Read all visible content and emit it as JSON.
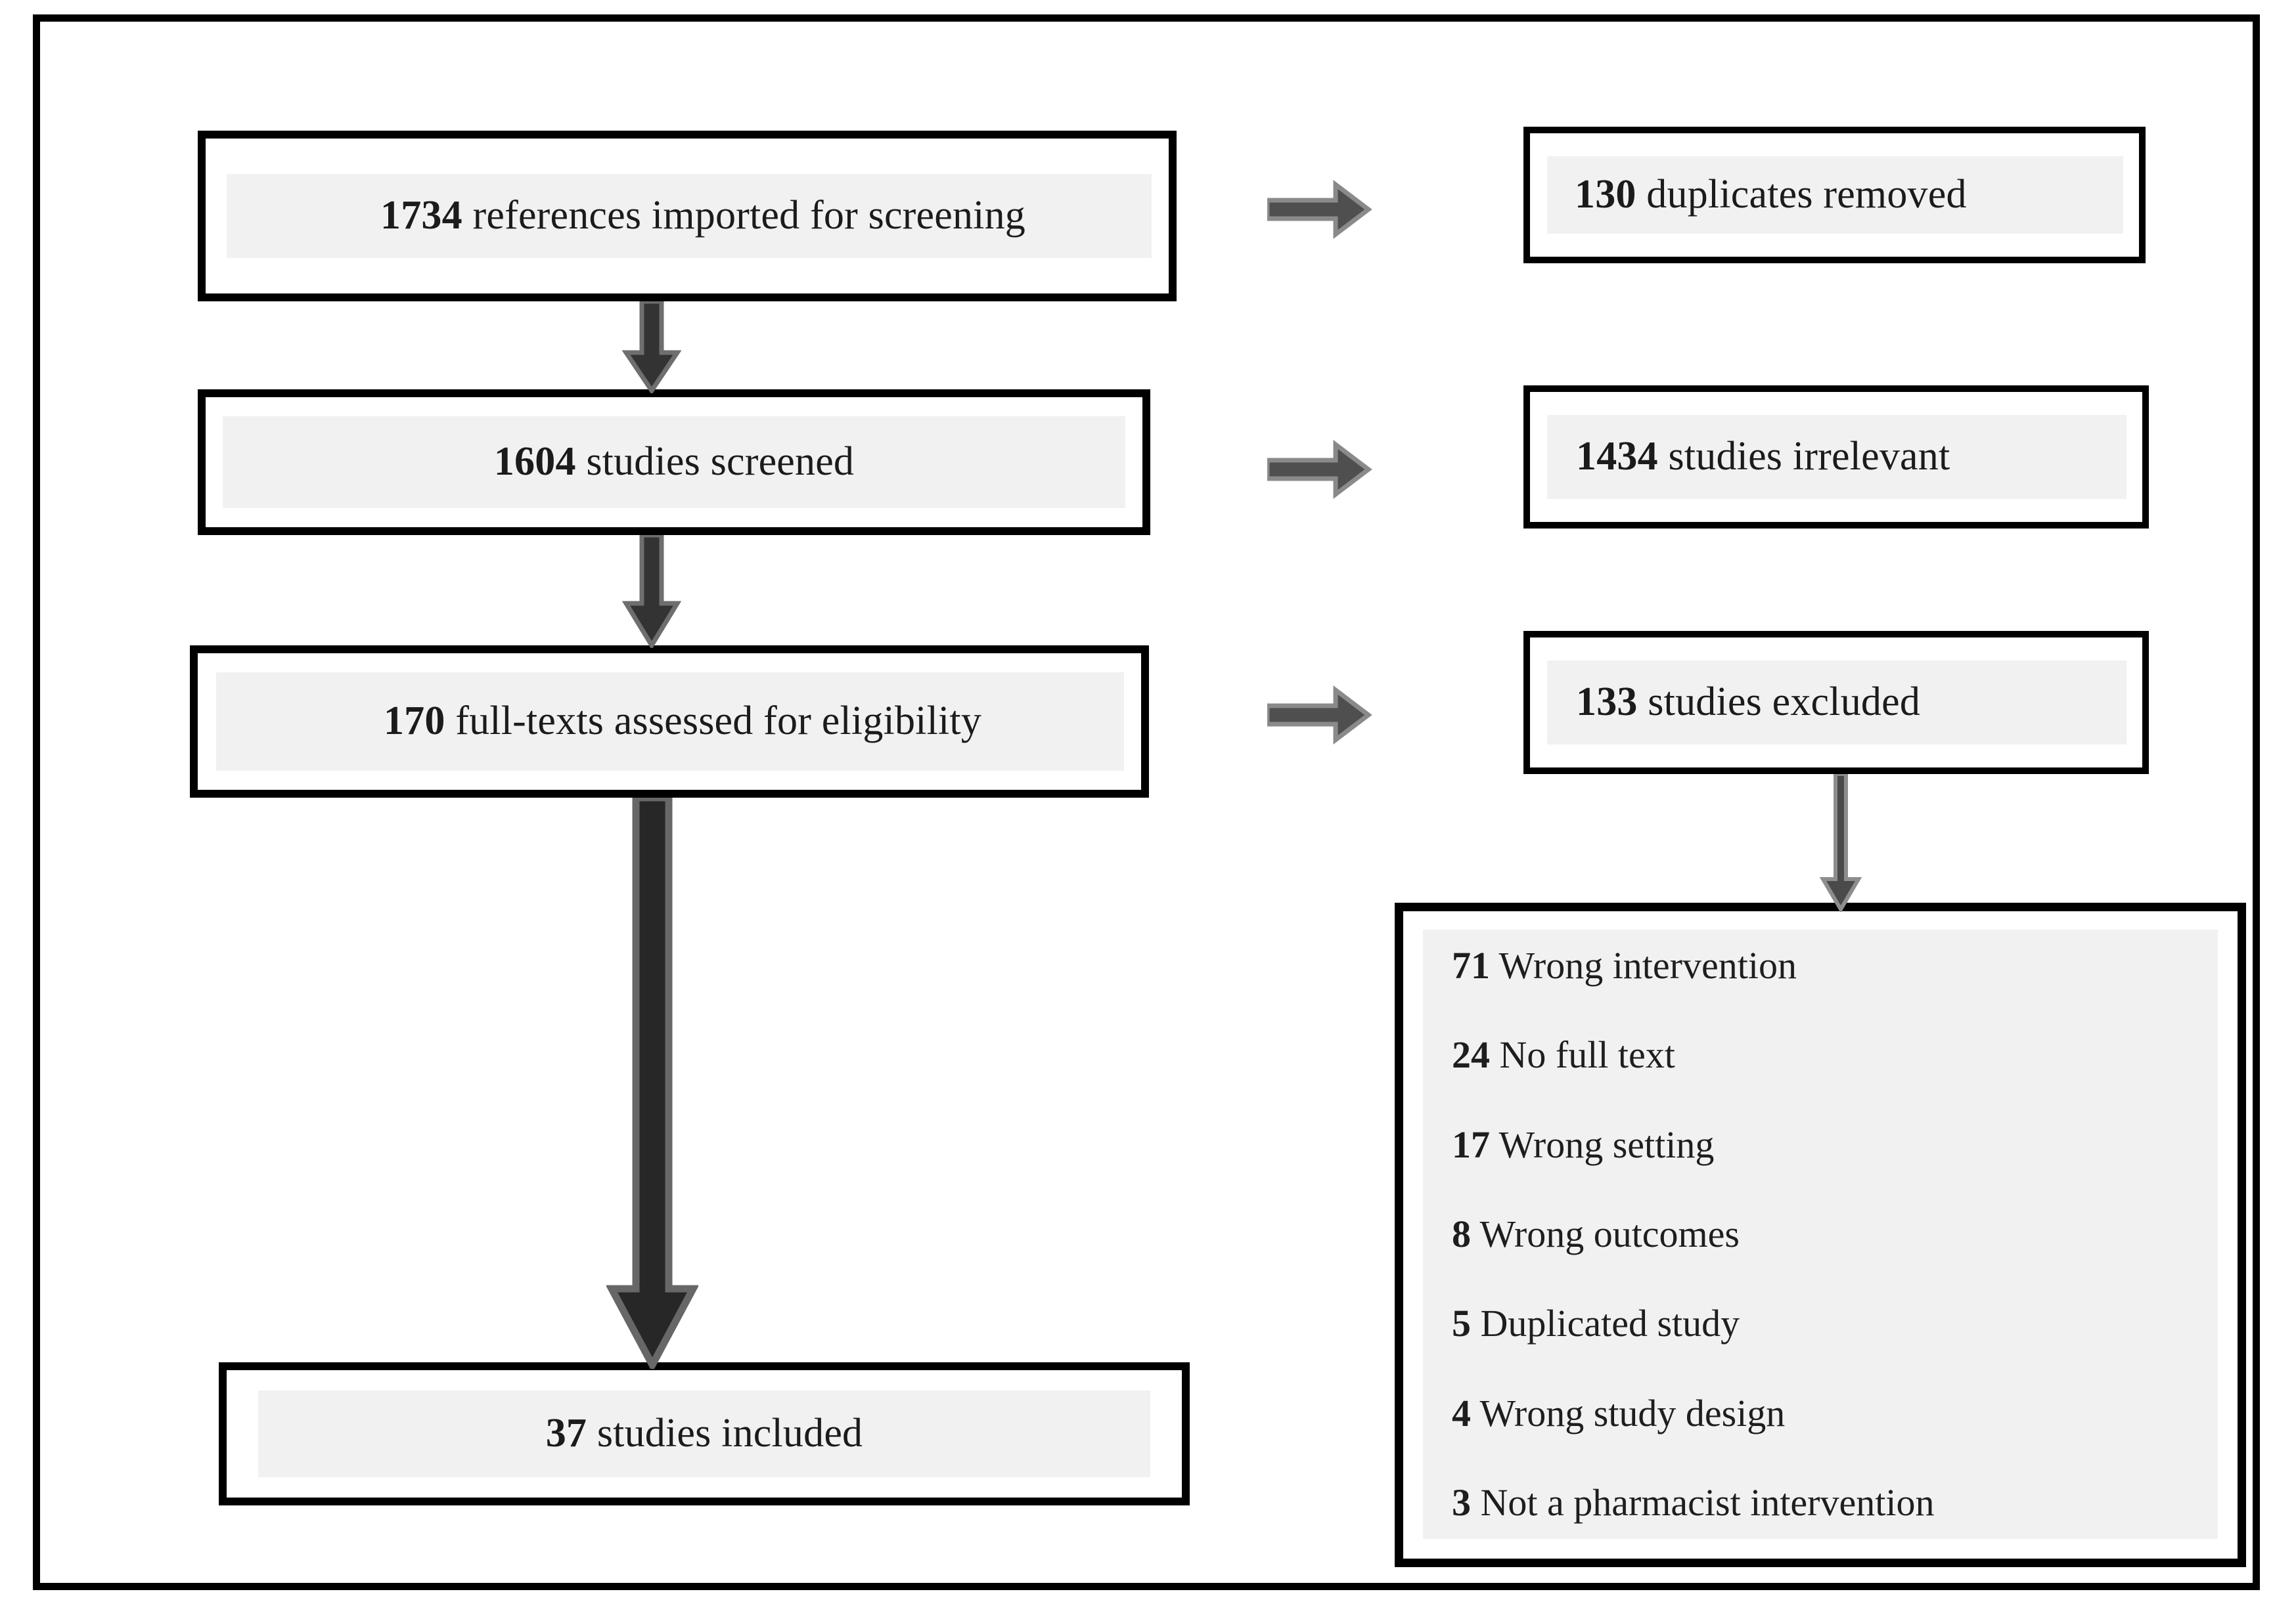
{
  "diagram": {
    "type": "prisma-flow-diagram",
    "colors": {
      "box_border": "#000000",
      "text_band": "#f1f1f1",
      "arrow_dark": "#333333",
      "arrow_grey": "#5a5a5a",
      "text": "#1b1b1b"
    },
    "identification": {
      "imported": {
        "count": "1734",
        "label": " references imported for screening"
      },
      "duplicates": {
        "count": "130",
        "label": " duplicates removed"
      }
    },
    "screening": {
      "screened": {
        "count": "1604",
        "label": " studies screened"
      },
      "irrelevant": {
        "count": "1434",
        "label": " studies irrelevant"
      }
    },
    "eligibility": {
      "fulltext": {
        "count": "170",
        "label": " full-texts assessed for eligibility"
      },
      "excluded": {
        "count": "133",
        "label": " studies excluded"
      }
    },
    "included": {
      "final": {
        "count": "37",
        "label": " studies included"
      }
    },
    "exclusion_reasons": [
      {
        "count": "71",
        "label": " Wrong intervention"
      },
      {
        "count": "24",
        "label": " No full text"
      },
      {
        "count": "17",
        "label": " Wrong setting"
      },
      {
        "count": "8",
        "label": " Wrong outcomes"
      },
      {
        "count": "5",
        "label": " Duplicated study"
      },
      {
        "count": "4",
        "label": " Wrong study design"
      },
      {
        "count": "3",
        "label": " Not a pharmacist intervention"
      }
    ],
    "arrows": {
      "imported_to_screened": "arrow-down",
      "screened_to_fulltext": "arrow-down",
      "fulltext_to_included": "arrow-down-thick",
      "excluded_to_reasons": "arrow-down-thin",
      "imported_to_duplicates": "arrow-right",
      "screened_to_irrelevant": "arrow-right",
      "fulltext_to_excluded": "arrow-right"
    }
  }
}
